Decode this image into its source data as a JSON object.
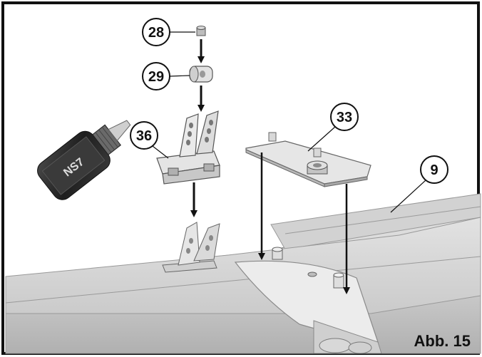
{
  "figure": {
    "caption": "Abb. 15",
    "frame_color": "#111111",
    "line_color": "#222222",
    "arrow_color": "#111111"
  },
  "part_labels": {
    "p28": "28",
    "p29": "29",
    "p36": "36",
    "p33": "33",
    "p9": "9"
  },
  "glue_bottle": {
    "label_text": "NS7",
    "colors": {
      "body": "#2b2b2b",
      "cap": "#6a6a6a",
      "nozzle": "#bfbfbf"
    }
  },
  "palette": {
    "wing_top": "#d6d6d6",
    "wing_front": "#bdbdbd",
    "wing_edge": "#a9a9a9",
    "band": "#ececec",
    "part_light": "#e4e4e4",
    "part_mid": "#c8c8c8",
    "part_dark": "#9a9a9a"
  }
}
